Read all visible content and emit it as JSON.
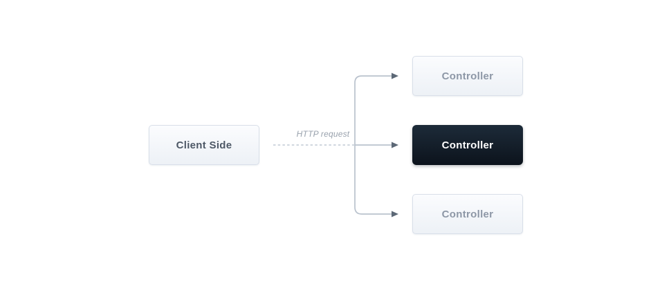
{
  "diagram": {
    "client_box": {
      "label": "Client Side"
    },
    "connection": {
      "label": "HTTP request",
      "style": "dashed"
    },
    "controllers": [
      {
        "label": "Controller",
        "variant": "light"
      },
      {
        "label": "Controller",
        "variant": "dark-highlighted"
      },
      {
        "label": "Controller",
        "variant": "light"
      }
    ],
    "colors": {
      "background": "#ffffff",
      "line": "#b9c2cd",
      "dashed_line": "#c9d0da",
      "arrowhead": "#5c6876",
      "label_text": "#98a1ac",
      "light_box_border": "#d9dfe9",
      "light_box_text": "#8d97a6",
      "client_text": "#4d5866",
      "dark_box_top": "#1d2b39",
      "dark_box_bottom": "#0c131c",
      "dark_box_text": "#ffffff"
    }
  }
}
